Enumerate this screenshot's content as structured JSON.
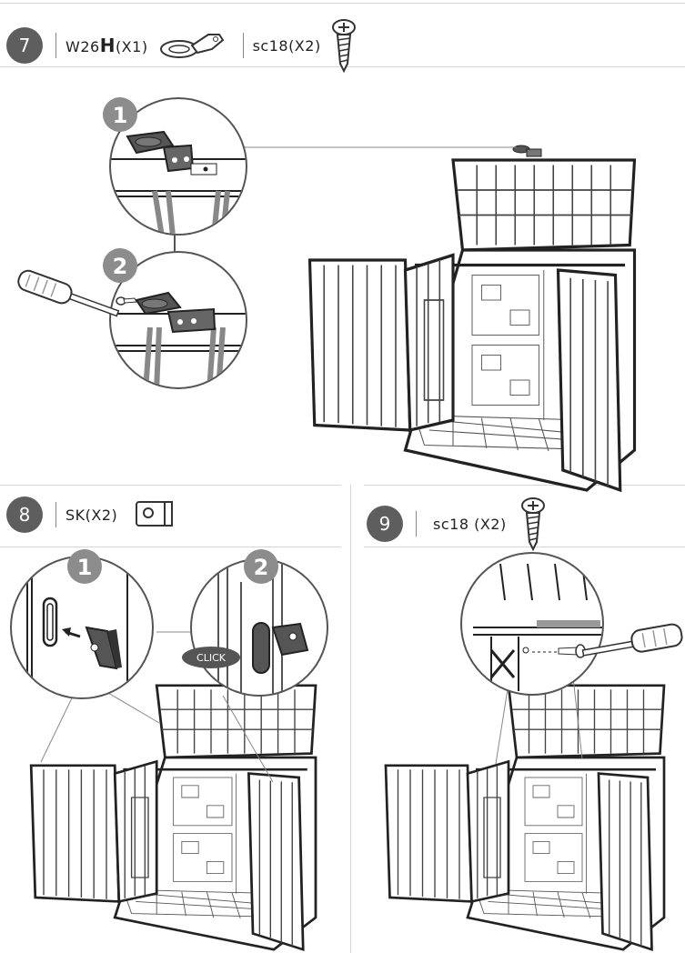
{
  "steps": [
    {
      "number": "7",
      "parts": [
        {
          "code": "W26",
          "letter": "H",
          "qty": "(X1)"
        },
        {
          "code": "sc18",
          "qty": "(X2)"
        }
      ]
    },
    {
      "number": "8",
      "parts": [
        {
          "code": "SK",
          "qty": "(X2)"
        }
      ]
    },
    {
      "number": "9",
      "parts": [
        {
          "code": "sc18 ",
          "qty": "(X2)"
        }
      ]
    }
  ],
  "substep_labels": [
    "1",
    "2"
  ],
  "callout_click": "CLICK",
  "icons": [
    "hasp-latch-icon",
    "screw-icon",
    "shelf-key-icon",
    "screwdriver-icon",
    "arrow-icon",
    "cross-mark-icon"
  ]
}
